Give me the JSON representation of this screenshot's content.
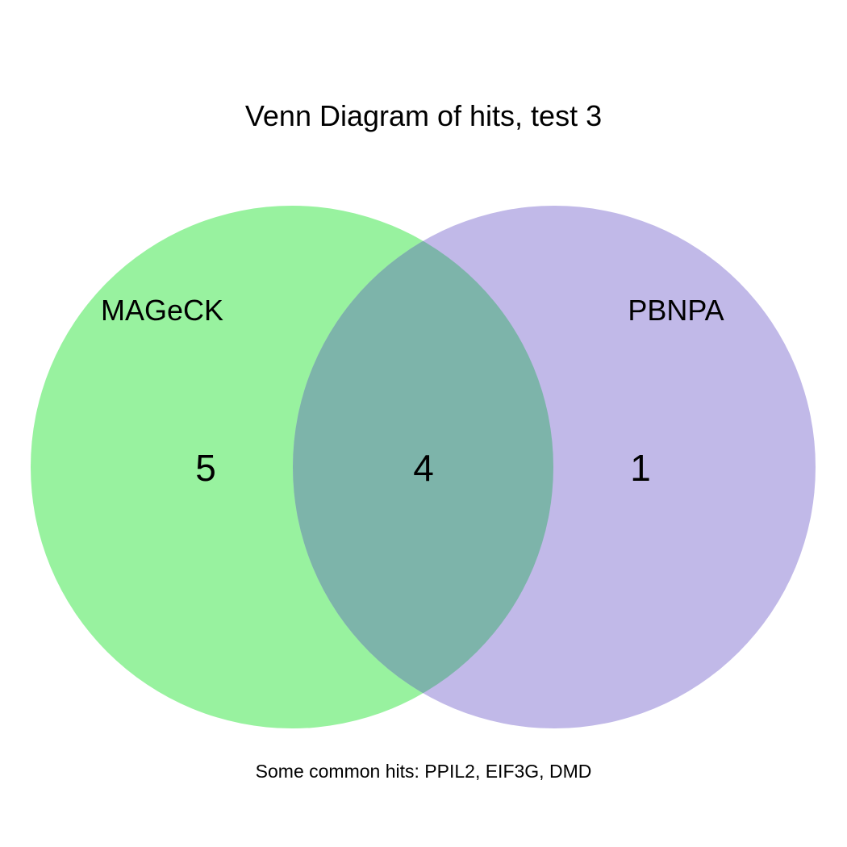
{
  "title": "Venn Diagram of hits, test 3",
  "sets": [
    {
      "label": "MAGeCK",
      "color": "#98F29F"
    },
    {
      "label": "PBNPA",
      "color": "#C1B9E8"
    }
  ],
  "overlap_color": "#7DB4AA",
  "counts": {
    "only_a": "5",
    "both": "4",
    "only_b": "1"
  },
  "caption": "Some common hits: PPIL2, EIF3G, DMD"
}
